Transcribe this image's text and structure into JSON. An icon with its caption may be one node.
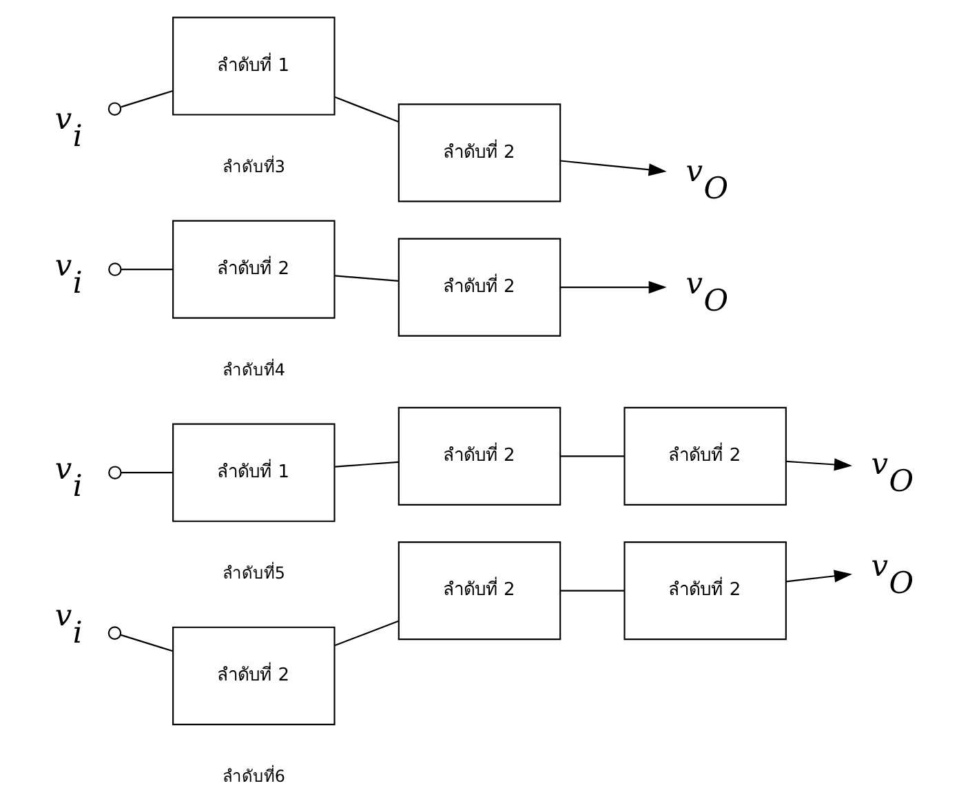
{
  "diagram": {
    "nodes": [
      {
        "text": [
          "v$_{i}$"
        ]
      },
      {
        "text": [
          "ลำดับที่ 1"
        ]
      },
      {
        "text": [
          "ลำดับที่ 2"
        ]
      },
      {
        "text": [
          "v$_{O}$"
        ]
      },
      {
        "text": [
          "v$_{i}$"
        ]
      },
      {
        "text": [
          "ลำดับที่ 2"
        ]
      },
      {
        "text": [
          "ลำดับที่ 2"
        ]
      },
      {
        "text": [
          "v$_{O}$"
        ]
      },
      {
        "text": [
          "v$_{i}$"
        ]
      },
      {
        "text": [
          "ลำดับที่ 1"
        ]
      },
      {
        "text": [
          "ลำดับที่ 2"
        ]
      },
      {
        "text": [
          "ลำดับที่ 2"
        ]
      },
      {
        "text": [
          "v$_{O}$"
        ]
      },
      {
        "text": [
          "v$_{i}$"
        ]
      },
      {
        "text": [
          "ลำดับที่ 2"
        ]
      },
      {
        "text": [
          "ลำดับที่ 2"
        ]
      },
      {
        "text": [
          "ลำดับที่ 2"
        ]
      },
      {
        "text": [
          "v$_{O}$"
        ]
      }
    ],
    "edges": [
      {
        "from": 0,
        "to": 1,
        "arrow": "other"
      },
      {
        "from": 1,
        "to": 2,
        "arrow": "none"
      },
      {
        "from": 2,
        "to": 3,
        "arrow": "to"
      },
      {
        "from": 4,
        "to": 5,
        "arrow": "other"
      },
      {
        "from": 5,
        "to": 6,
        "arrow": "none"
      },
      {
        "from": 6,
        "to": 7,
        "arrow": "to"
      },
      {
        "from": 8,
        "to": 9,
        "arrow": "other"
      },
      {
        "from": 9,
        "to": 10,
        "arrow": "none"
      },
      {
        "from": 10,
        "to": 11,
        "arrow": "none"
      },
      {
        "from": 11,
        "to": 12,
        "arrow": "to"
      },
      {
        "from": 13,
        "to": 14,
        "arrow": "other"
      },
      {
        "from": 14,
        "to": 15,
        "arrow": "none"
      },
      {
        "from": 15,
        "to": 16,
        "arrow": "none"
      },
      {
        "from": 16,
        "to": 17,
        "arrow": "to"
      }
    ],
    "labels": [
      "ลำดับที่3",
      "ลำดับที่4",
      "ลำดับที่5",
      "ลำดับที่6"
    ]
  }
}
